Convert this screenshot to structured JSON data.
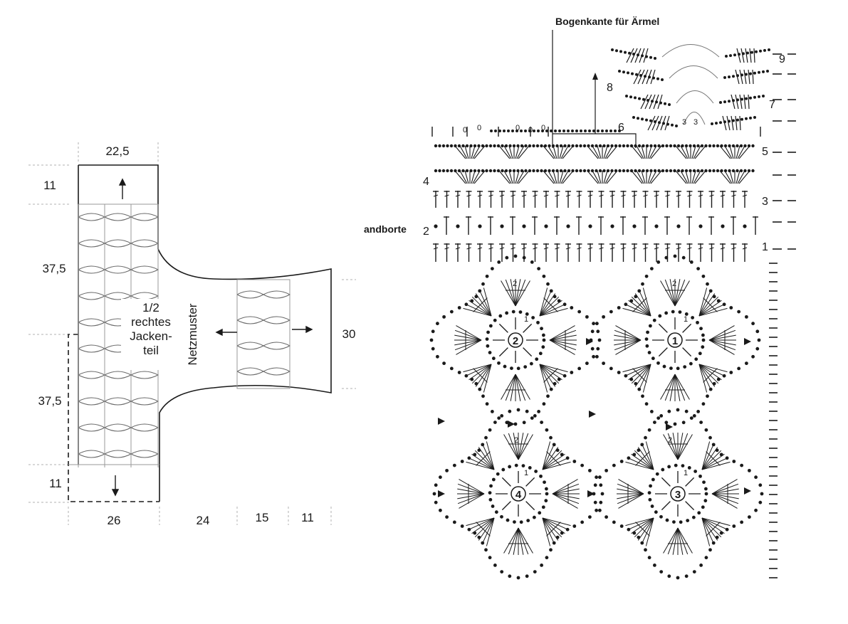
{
  "schematic": {
    "dims_top": "22,5",
    "dims_left": [
      "11",
      "37,5",
      "37,5",
      "11"
    ],
    "dims_bottom": [
      "26",
      "24",
      "15",
      "11"
    ],
    "dim_right": "30",
    "piece_label": [
      "1/2",
      "rechtes",
      "Jacken-",
      "teil"
    ],
    "pattern_label": "Netzmuster"
  },
  "chart": {
    "title": "Bogenkante für Ärmel",
    "border_label": "andborte",
    "edge_rows": [
      "1",
      "2",
      "3",
      "4",
      "5",
      "6",
      "7",
      "8",
      "9"
    ],
    "motifs": [
      "1",
      "2",
      "3",
      "4"
    ],
    "motif_round_labels": [
      "1",
      "2"
    ],
    "small_labels": [
      "3",
      "3"
    ],
    "chain_marks": [
      "0",
      "0",
      "0",
      "0",
      "0"
    ]
  }
}
